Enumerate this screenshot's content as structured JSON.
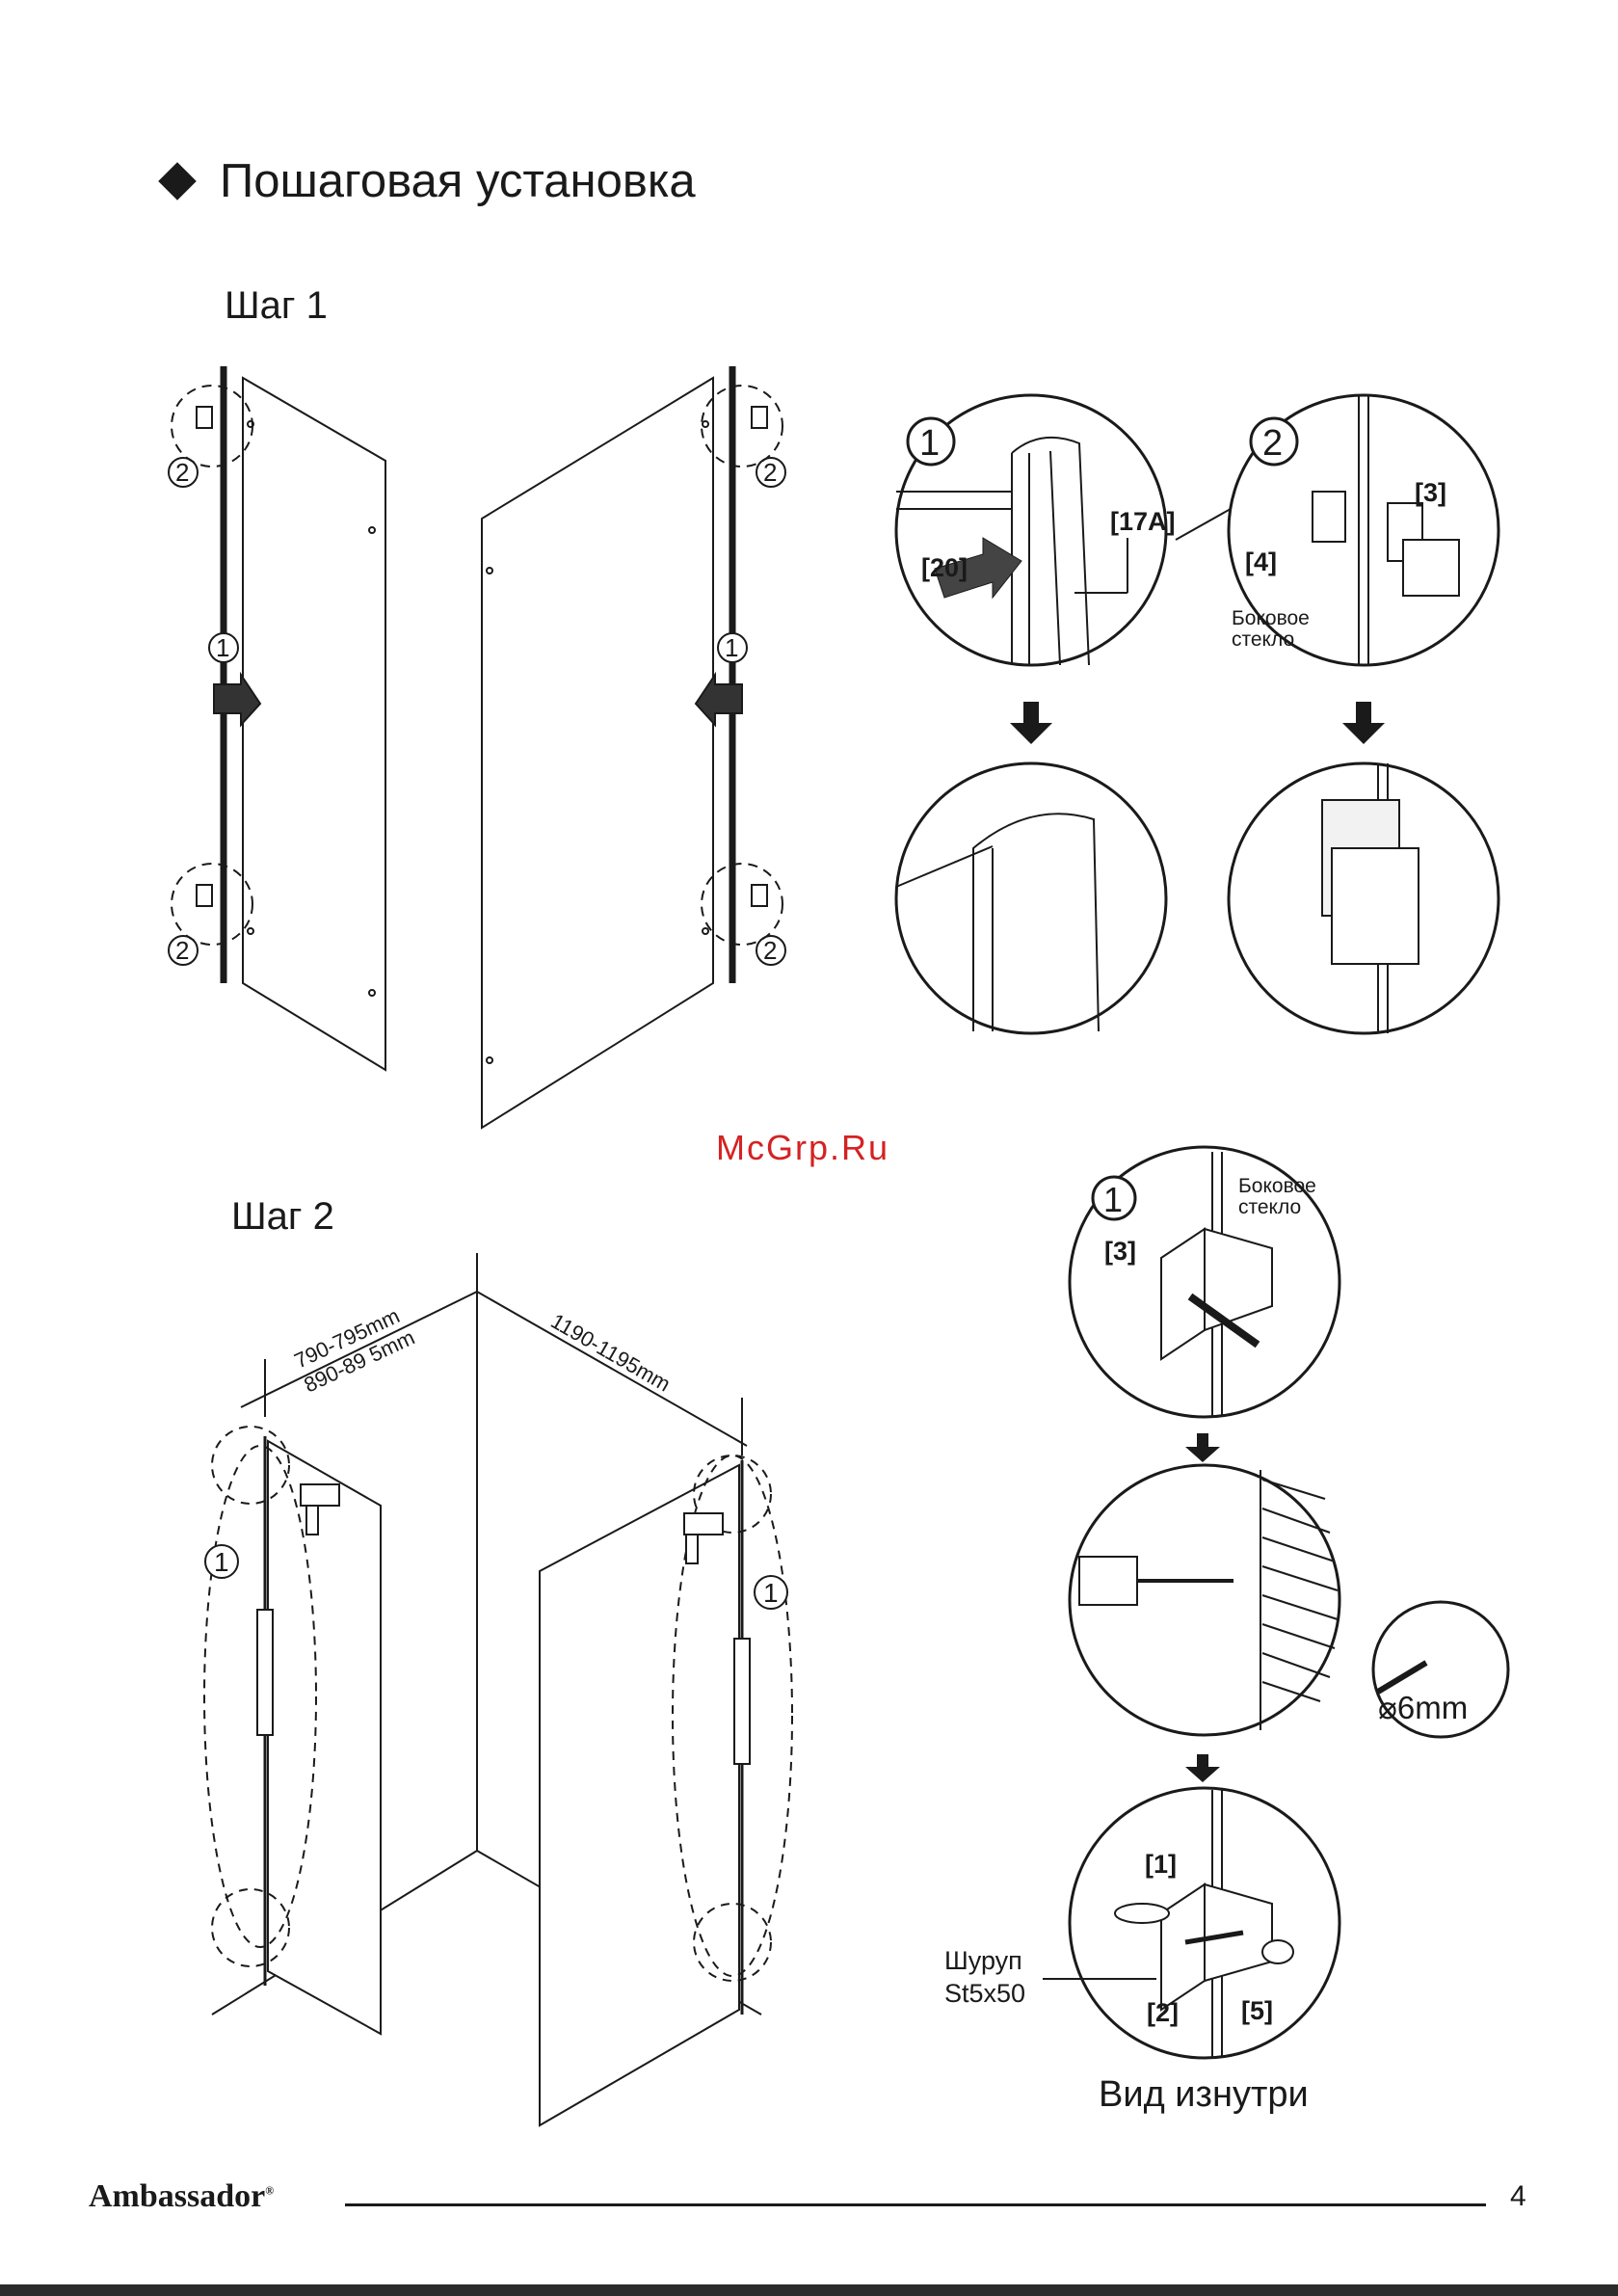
{
  "header": {
    "title": "Пошаговая установка"
  },
  "steps": [
    {
      "label": "Шаг 1"
    },
    {
      "label": "Шаг 2"
    }
  ],
  "watermark": "McGrp.Ru",
  "callouts": {
    "num1": "1",
    "num2": "2",
    "part20": "[20]",
    "part17a": "[17A]",
    "part3": "[3]",
    "part4": "[4]",
    "part1": "[1]",
    "part2": "[2]",
    "part5": "[5]",
    "side_glass_l1": "Боковое",
    "side_glass_l2": "стекло",
    "drill_size": "⌀6mm",
    "screw_l1": "Шуруп",
    "screw_l2": "St5x50",
    "inside_view": "Вид изнутри"
  },
  "dimensions": {
    "short_side_1": "790-795mm",
    "short_side_2": "890-89 5mm",
    "long_side": "1190-1195mm"
  },
  "footer": {
    "brand": "Ambassador",
    "brand_mark": "®",
    "page_number": "4"
  },
  "icons": [
    "diamond-bullet-icon",
    "arrow-down-icon",
    "drill-icon",
    "pencil-icon",
    "screw-icon"
  ]
}
